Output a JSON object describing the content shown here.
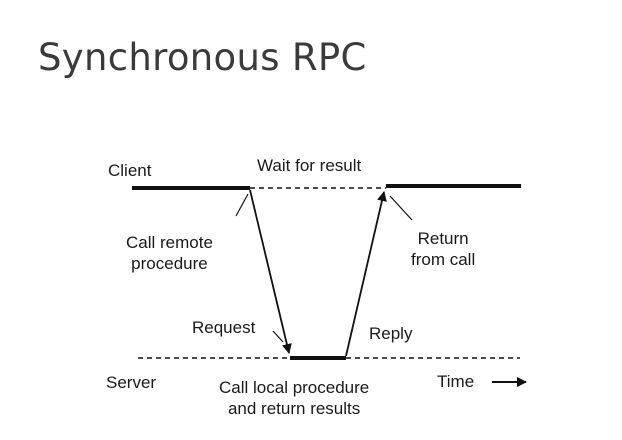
{
  "title": "Synchronous RPC",
  "diagram": {
    "client_label": "Client",
    "server_label": "Server",
    "wait_label": "Wait for result",
    "call_remote_label": "Call remote\nprocedure",
    "return_label": "Return\nfrom call",
    "request_label": "Request",
    "reply_label": "Reply",
    "call_local_label": "Call local procedure\nand return results",
    "time_label": "Time",
    "colors": {
      "line": "#111111",
      "text": "#1a1a1a",
      "title": "#3a3a3a"
    }
  }
}
